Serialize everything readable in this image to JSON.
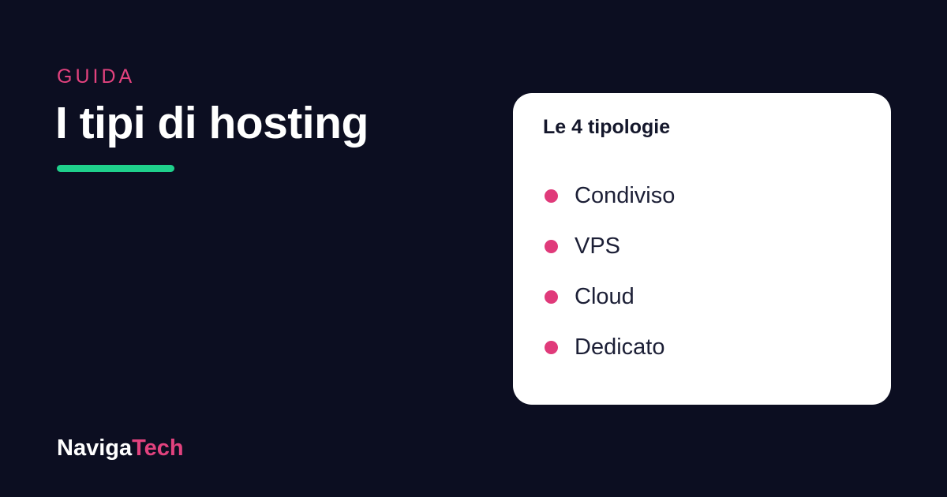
{
  "header": {
    "kicker": "GUIDA",
    "title": "I tipi di hosting"
  },
  "card": {
    "title": "Le 4 tipologie",
    "items": [
      {
        "label": "Condiviso"
      },
      {
        "label": "VPS"
      },
      {
        "label": "Cloud"
      },
      {
        "label": "Dedicato"
      }
    ]
  },
  "brand": {
    "part1": "Naviga",
    "part2": "Tech"
  },
  "colors": {
    "background": "#0c0e21",
    "accent_pink": "#e2427e",
    "accent_green": "#1fd08c",
    "card": "#ffffff",
    "text_dark": "#14172b"
  }
}
